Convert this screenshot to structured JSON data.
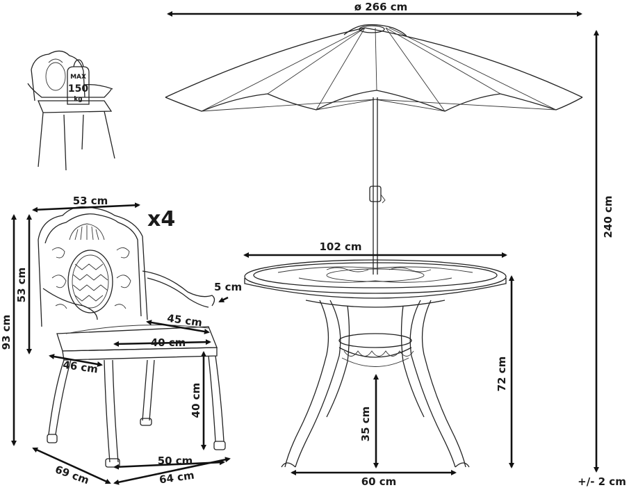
{
  "diagram": {
    "labels": {
      "umbrella_diameter": "ø 266 cm",
      "umbrella_height": "240 cm",
      "tolerance": "+/- 2 cm",
      "table_diameter": "102 cm",
      "table_height": "72 cm",
      "table_base_width": "60 cm",
      "table_inner_height": "35 cm",
      "chair_top_width": "53 cm",
      "chair_count": "x4",
      "chair_back_height": "53 cm",
      "chair_total_height": "93 cm",
      "chair_arm_gap": "5 cm",
      "chair_seat_depth": "45 cm",
      "chair_seat_width": "40 cm",
      "chair_arm_depth": "46 cm",
      "chair_seat_height": "40 cm",
      "chair_depth": "69 cm",
      "chair_base_width": "50 cm",
      "chair_leg_span": "64 cm"
    },
    "badge": {
      "line1": "MAX",
      "line2": "150",
      "line3": "kg"
    }
  }
}
